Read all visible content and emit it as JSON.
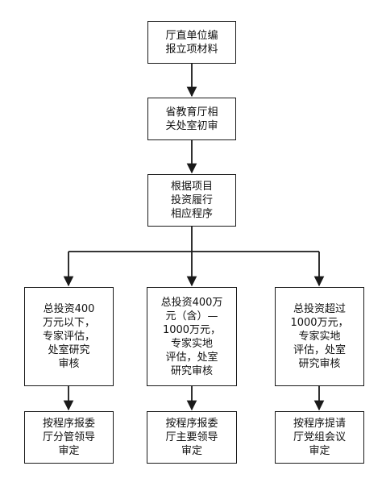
{
  "diagram": {
    "nodes": {
      "step1": {
        "lines": [
          "厅直单位编",
          "报立项材料"
        ]
      },
      "step2": {
        "lines": [
          "省教育厅相",
          "关处室初审"
        ]
      },
      "step3": {
        "lines": [
          "根据项目",
          "投资履行",
          "相应程序"
        ]
      },
      "branch_left": {
        "lines": [
          "总投资400",
          "万元以下，",
          "专家评估，",
          "处室研究",
          "审核"
        ]
      },
      "branch_mid": {
        "lines": [
          "总投资400万",
          "元（含）—",
          "1000万元，",
          "专家实地",
          "评估，处室",
          "研究审核"
        ]
      },
      "branch_right": {
        "lines": [
          "总投资超过",
          "1000万元，",
          "专家实地",
          "评估，处室",
          "研究审核"
        ]
      },
      "result_left": {
        "lines": [
          "按程序报委",
          "厅分管领导",
          "审定"
        ]
      },
      "result_mid": {
        "lines": [
          "按程序报委",
          "厅主要领导",
          "审定"
        ]
      },
      "result_right": {
        "lines": [
          "按程序提请",
          "厅党组会议",
          "审定"
        ]
      }
    },
    "colors": {
      "stroke": "#1a1a1a",
      "text": "#111111",
      "background": "#ffffff"
    }
  }
}
